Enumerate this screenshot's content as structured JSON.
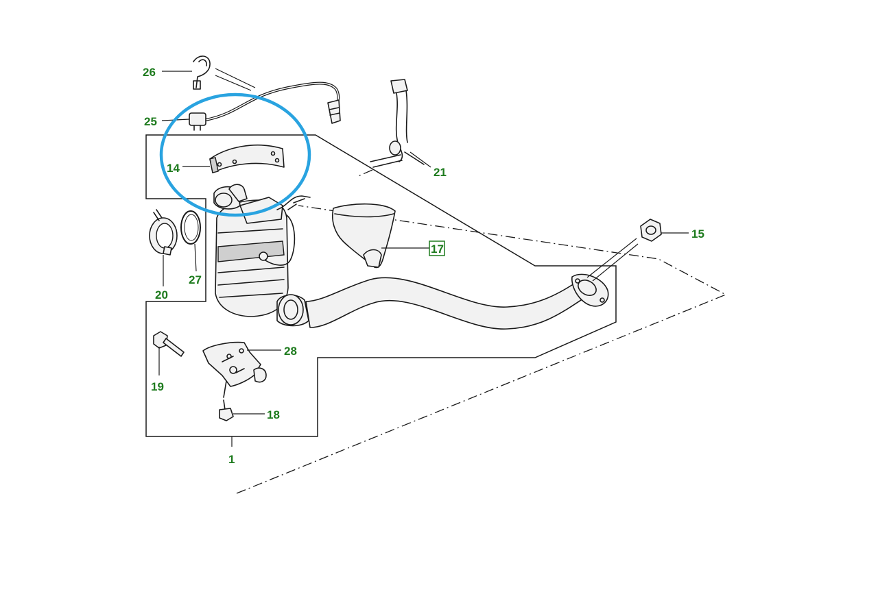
{
  "callouts": [
    {
      "id": "c1",
      "text": "1"
    },
    {
      "id": "c14",
      "text": "14"
    },
    {
      "id": "c15",
      "text": "15"
    },
    {
      "id": "c17",
      "text": "17",
      "boxed": true
    },
    {
      "id": "c18",
      "text": "18"
    },
    {
      "id": "c19",
      "text": "19"
    },
    {
      "id": "c20",
      "text": "20"
    },
    {
      "id": "c21",
      "text": "21"
    },
    {
      "id": "c25",
      "text": "25"
    },
    {
      "id": "c26",
      "text": "26"
    },
    {
      "id": "c27",
      "text": "27"
    },
    {
      "id": "c28",
      "text": "28"
    }
  ],
  "colors": {
    "callout_text": "#1e7b1e",
    "line_art": "#1a1a1a",
    "highlight_ring": "#29a3e0",
    "background": "#ffffff"
  }
}
